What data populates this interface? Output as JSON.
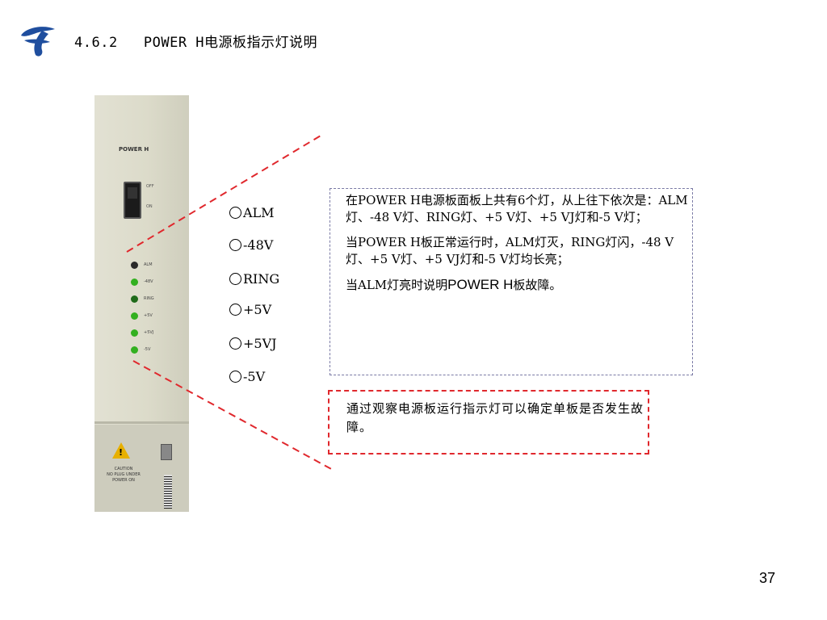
{
  "header": {
    "title": "4.6.2   POWER H电源板指示灯说明"
  },
  "panel": {
    "label": "POWER H",
    "switch_labels": [
      "OFF",
      "ON"
    ],
    "leds": [
      {
        "label": "ALM",
        "color": "#2a2a2a"
      },
      {
        "label": "-48V",
        "color": "#33b020"
      },
      {
        "label": "RING",
        "color": "#33b020"
      },
      {
        "label": "+5V",
        "color": "#33b020"
      },
      {
        "label": "+5VJ",
        "color": "#33b020"
      },
      {
        "label": "-5V",
        "color": "#33b020"
      }
    ],
    "caution_title": "CAUTION",
    "caution_text": "NO PLUG UNDER POWER ON"
  },
  "indicators": [
    "ALM",
    "-48V",
    "RING",
    "+5V",
    "+5VJ",
    "-5V"
  ],
  "description": {
    "p1": "在POWER H电源板面板上共有6个灯，从上往下依次是：ALM灯、-48 V灯、RING灯、+5 V灯、+5 VJ灯和-5 V灯；",
    "p2": "当POWER H板正常运行时，ALM灯灭，RING灯闪，-48 V灯、+5 V灯、+5 VJ灯和-5 V灯均长亮；",
    "p3_prefix": "当ALM灯亮时说明",
    "p3_highlight": "POWER H",
    "p3_suffix": "板故障。"
  },
  "note": {
    "text": "通过观察电源板运行指示灯可以确定单板是否发生故障。"
  },
  "page_number": "37",
  "colors": {
    "callout_line": "#e0282d",
    "info_border": "#7a7aa5",
    "logo": "#1f4e9e"
  }
}
